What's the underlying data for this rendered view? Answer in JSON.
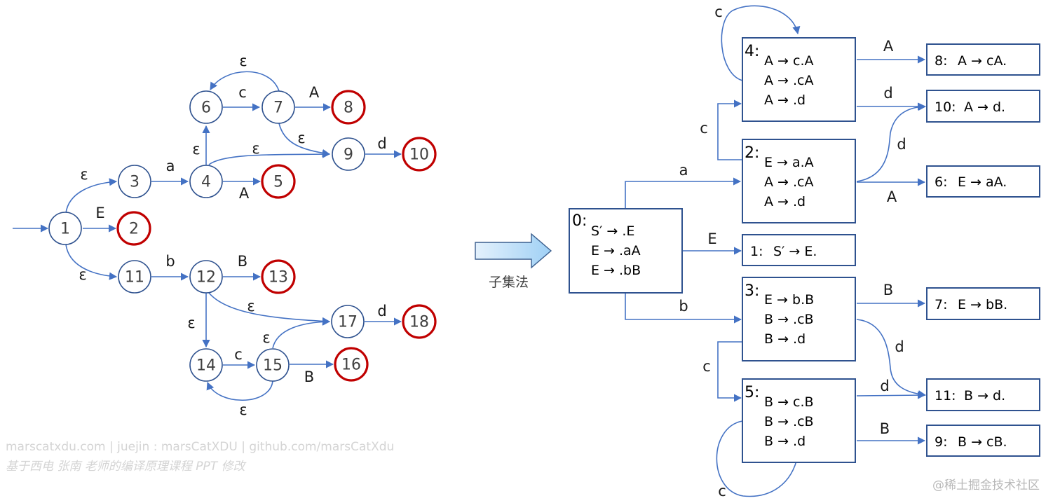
{
  "nfa": {
    "nodes": [
      {
        "id": "1",
        "accept": false
      },
      {
        "id": "2",
        "accept": true
      },
      {
        "id": "3",
        "accept": false
      },
      {
        "id": "4",
        "accept": false
      },
      {
        "id": "5",
        "accept": true
      },
      {
        "id": "6",
        "accept": false
      },
      {
        "id": "7",
        "accept": false
      },
      {
        "id": "8",
        "accept": true
      },
      {
        "id": "9",
        "accept": false
      },
      {
        "id": "10",
        "accept": true
      },
      {
        "id": "11",
        "accept": false
      },
      {
        "id": "12",
        "accept": false
      },
      {
        "id": "13",
        "accept": true
      },
      {
        "id": "14",
        "accept": false
      },
      {
        "id": "15",
        "accept": false
      },
      {
        "id": "16",
        "accept": true
      },
      {
        "id": "17",
        "accept": false
      },
      {
        "id": "18",
        "accept": true
      }
    ],
    "start": "1",
    "edges": [
      {
        "from": "1",
        "to": "3",
        "label": "ε"
      },
      {
        "from": "1",
        "to": "2",
        "label": "E"
      },
      {
        "from": "1",
        "to": "11",
        "label": "ε"
      },
      {
        "from": "3",
        "to": "4",
        "label": "a"
      },
      {
        "from": "4",
        "to": "5",
        "label": "A"
      },
      {
        "from": "4",
        "to": "6",
        "label": "ε"
      },
      {
        "from": "4",
        "to": "9",
        "label": "ε"
      },
      {
        "from": "6",
        "to": "7",
        "label": "c"
      },
      {
        "from": "7",
        "to": "6",
        "label": "ε"
      },
      {
        "from": "7",
        "to": "8",
        "label": "A"
      },
      {
        "from": "7",
        "to": "9",
        "label": "ε"
      },
      {
        "from": "9",
        "to": "10",
        "label": "d"
      },
      {
        "from": "11",
        "to": "12",
        "label": "b"
      },
      {
        "from": "12",
        "to": "13",
        "label": "B"
      },
      {
        "from": "12",
        "to": "14",
        "label": "ε"
      },
      {
        "from": "12",
        "to": "17",
        "label": "ε"
      },
      {
        "from": "14",
        "to": "15",
        "label": "c"
      },
      {
        "from": "15",
        "to": "14",
        "label": "ε"
      },
      {
        "from": "15",
        "to": "16",
        "label": "B"
      },
      {
        "from": "15",
        "to": "17",
        "label": "ε"
      },
      {
        "from": "17",
        "to": "18",
        "label": "d"
      }
    ]
  },
  "transform": {
    "label": "子集法",
    "arrow_icon": "right-arrow-icon"
  },
  "dfa": {
    "states": [
      {
        "id": "0:",
        "items": [
          "S′  → .E",
          "E → .aA",
          "E → .bB"
        ]
      },
      {
        "id": "1:",
        "items": [
          "S′  → E."
        ]
      },
      {
        "id": "2:",
        "items": [
          "E → a.A",
          "A → .cA",
          "A → .d"
        ]
      },
      {
        "id": "3:",
        "items": [
          "E → b.B",
          "B → .cB",
          "B → .d"
        ]
      },
      {
        "id": "4:",
        "items": [
          "A → c.A",
          "A → .cA",
          "A → .d"
        ]
      },
      {
        "id": "5:",
        "items": [
          "B → c.B",
          "B → .cB",
          "B → .d"
        ]
      },
      {
        "id": "6:",
        "items": [
          "E → aA."
        ]
      },
      {
        "id": "7:",
        "items": [
          "E → bB."
        ]
      },
      {
        "id": "8:",
        "items": [
          "A → cA."
        ]
      },
      {
        "id": "9:",
        "items": [
          "B → cB."
        ]
      },
      {
        "id": "10:",
        "items": [
          "A → d."
        ]
      },
      {
        "id": "11:",
        "items": [
          "B → d."
        ]
      }
    ],
    "edges": [
      {
        "from": "0",
        "to": "2",
        "label": "a"
      },
      {
        "from": "0",
        "to": "1",
        "label": "E"
      },
      {
        "from": "0",
        "to": "3",
        "label": "b"
      },
      {
        "from": "2",
        "to": "4",
        "label": "c"
      },
      {
        "from": "2",
        "to": "10",
        "label": "d"
      },
      {
        "from": "2",
        "to": "6",
        "label": "A"
      },
      {
        "from": "4",
        "to": "4",
        "label": "c"
      },
      {
        "from": "4",
        "to": "8",
        "label": "A"
      },
      {
        "from": "4",
        "to": "10",
        "label": "d"
      },
      {
        "from": "3",
        "to": "7",
        "label": "B"
      },
      {
        "from": "3",
        "to": "11",
        "label": "d"
      },
      {
        "from": "3",
        "to": "5",
        "label": "c"
      },
      {
        "from": "5",
        "to": "5",
        "label": "c"
      },
      {
        "from": "5",
        "to": "11",
        "label": "d"
      },
      {
        "from": "5",
        "to": "9",
        "label": "B"
      }
    ]
  },
  "watermarks": {
    "line1": "marscatxdu.com | juejin : marsCatXDU | github.com/marsCatXdu",
    "line2": "基于西电 张南 老师的编译原理课程 PPT 修改",
    "site": "@稀土掘金技术社区"
  }
}
